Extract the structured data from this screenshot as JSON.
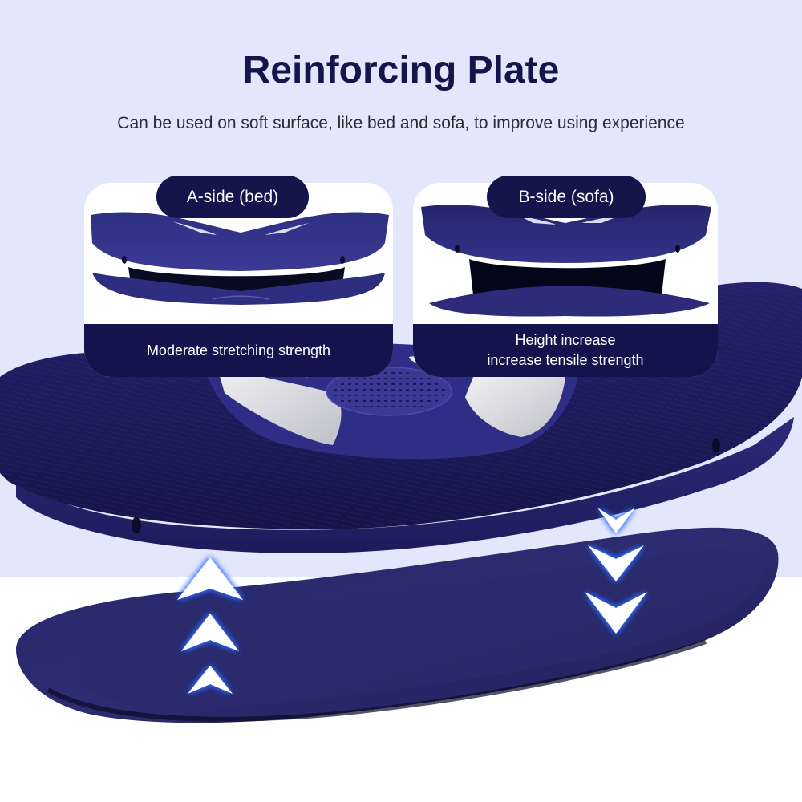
{
  "header": {
    "title": "Reinforcing Plate",
    "subtitle": "Can be used on soft surface, like bed and sofa, to improve using experience"
  },
  "panels": [
    {
      "label": "A-side (bed)",
      "caption_lines": [
        "Moderate stretching strength"
      ]
    },
    {
      "label": "B-side (sofa)",
      "caption_lines": [
        "Height increase",
        "increase tensile strength"
      ]
    }
  ],
  "arrows": {
    "up": {
      "icon": "chevron-up-icon",
      "count": 3
    },
    "down": {
      "icon": "chevron-down-icon",
      "count": 3
    }
  },
  "colors": {
    "navy_text": "#14154b",
    "product_navy": "#2a2a78",
    "background_lavender": "#e3e7fb",
    "background_white": "#ffffff",
    "glow_blue": "#2f6cff"
  }
}
